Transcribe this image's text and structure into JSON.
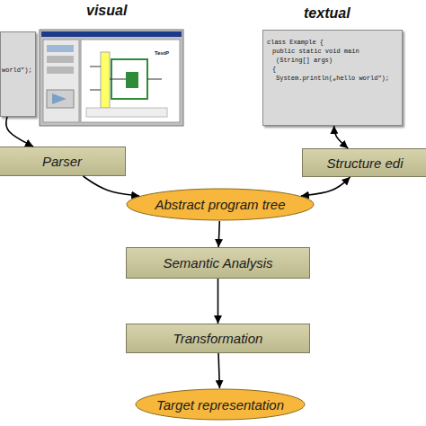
{
  "diagram": {
    "nodes": [
      {
        "text": [
          "world\");"
        ]
      },
      {
        "text": [
          "class Example {",
          "public static void main",
          "(String[] args)",
          "{",
          "System.println(„hello world\");"
        ]
      },
      {
        "text": [
          "Parser"
        ]
      },
      {
        "text": [
          "Structure edi"
        ]
      },
      {
        "text": [
          "Abstract program tree"
        ]
      },
      {
        "text": [
          "Semantic Analysis"
        ]
      },
      {
        "text": [
          "Transformation"
        ]
      },
      {
        "text": [
          "Target representation"
        ]
      }
    ],
    "edges": [
      {
        "from": 0,
        "to": 2,
        "arrow": "to"
      },
      {
        "from": 2,
        "to": 4,
        "arrow": "to"
      },
      {
        "from": 3,
        "to": 4,
        "arrow": "both"
      },
      {
        "from": 1,
        "to": 3,
        "arrow": "both"
      },
      {
        "from": 4,
        "to": 5,
        "arrow": "to"
      },
      {
        "from": 5,
        "to": 6,
        "arrow": "to"
      },
      {
        "from": 6,
        "to": 7,
        "arrow": "to"
      }
    ],
    "labels": [
      "visual",
      "textual",
      "TestP"
    ]
  }
}
